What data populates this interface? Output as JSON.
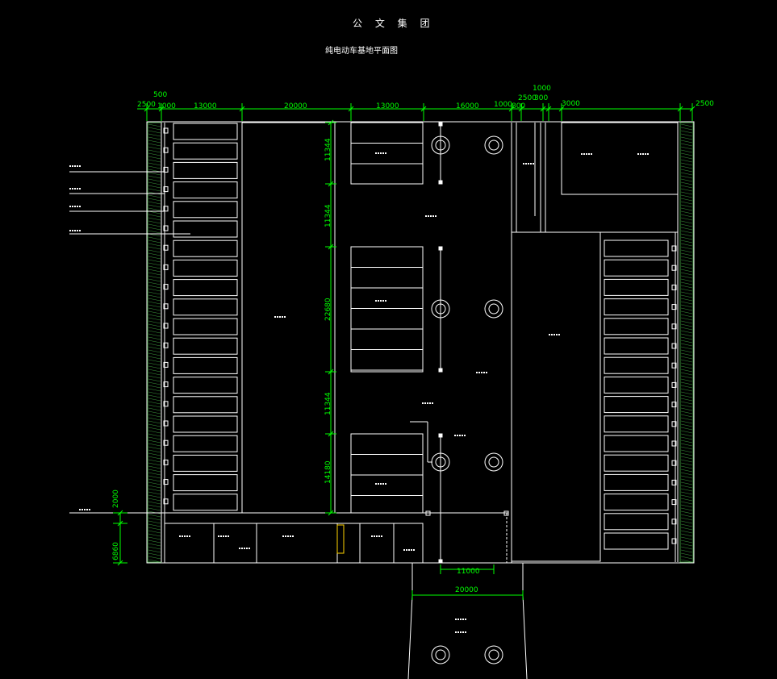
{
  "title": "公 文 集 团",
  "subtitle": "纯电动车基地平面图",
  "dimensions_top": [
    "2500",
    "500",
    "1000",
    "13000",
    "20000",
    "13000",
    "16000",
    "1000",
    "2500",
    "1000",
    "3000",
    "2500"
  ],
  "dimensions_top_extra": [
    "800",
    "300",
    "1000"
  ],
  "dimensions_vertical": [
    "11344",
    "11344",
    "22680",
    "11344",
    "14180",
    "2000",
    "6860"
  ],
  "dimensions_bottom": [
    "11000",
    "20000"
  ],
  "colors": {
    "background": "#000000",
    "line": "#ffffff",
    "dimension": "#00ff00",
    "hatch": "#3a8f3a"
  }
}
